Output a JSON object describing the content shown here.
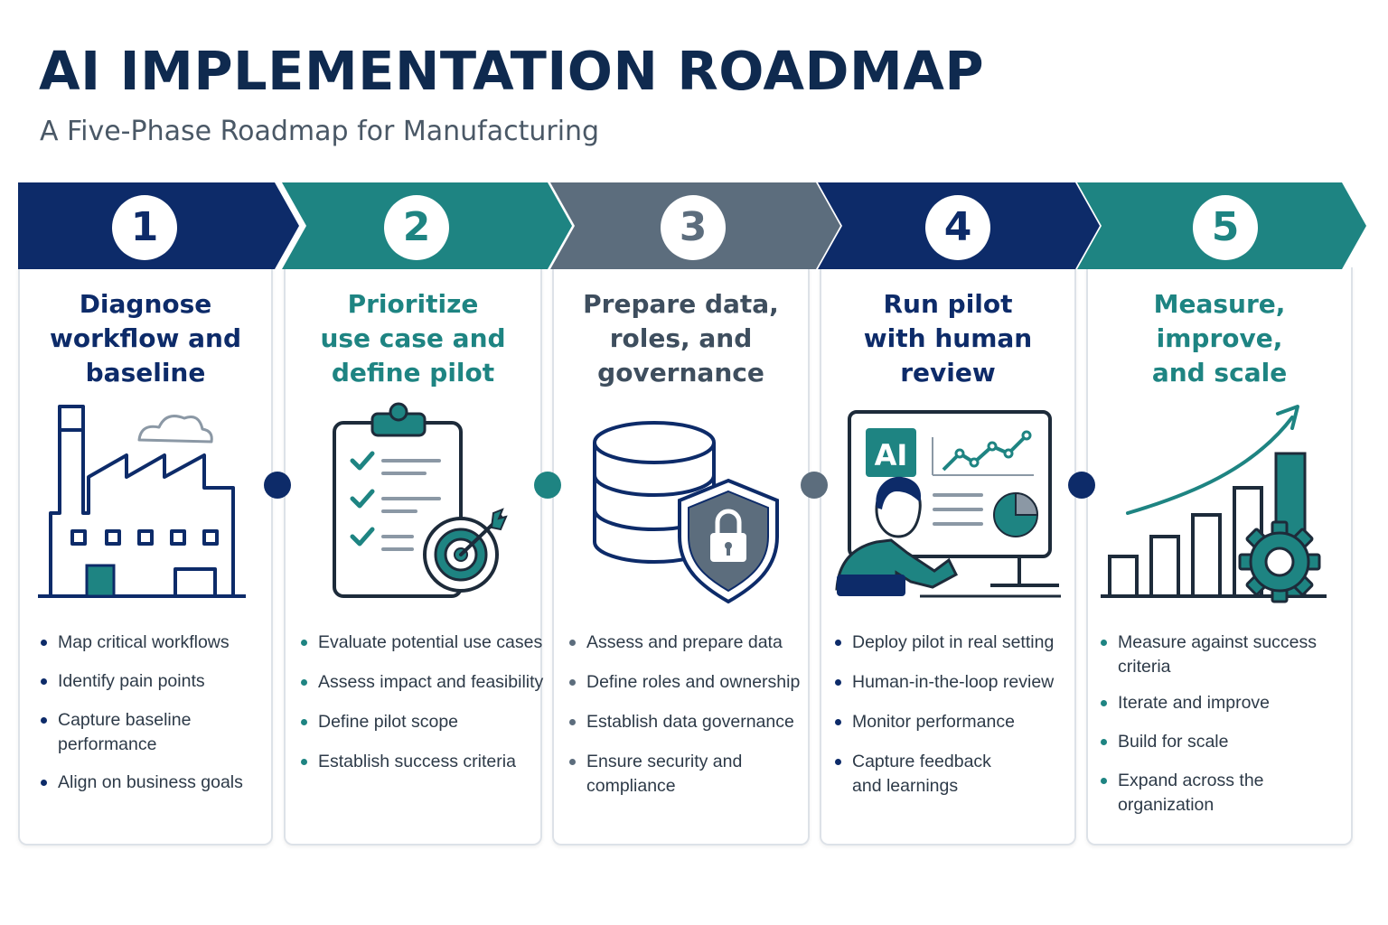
{
  "header": {
    "title": "AI IMPLEMENTATION ROADMAP",
    "subtitle": "A Five-Phase Roadmap for Manufacturing"
  },
  "colors": {
    "navy": "#0d2b69",
    "teal": "#1e8482",
    "slate": "#5c6d7d",
    "dark_text": "#1d2b3a"
  },
  "phases": [
    {
      "number": "1",
      "title_lines": [
        "Diagnose",
        "workflow and",
        "baseline"
      ],
      "icon": "factory-icon",
      "bullets": [
        {
          "lines": [
            "Map critical workflows"
          ]
        },
        {
          "lines": [
            "Identify pain points"
          ]
        },
        {
          "lines": [
            "Capture baseline",
            "performance"
          ]
        },
        {
          "lines": [
            "Align on business goals"
          ]
        }
      ]
    },
    {
      "number": "2",
      "title_lines": [
        "Prioritize",
        "use case and",
        "define pilot"
      ],
      "icon": "clipboard-target-icon",
      "bullets": [
        {
          "lines": [
            "Evaluate potential use cases"
          ]
        },
        {
          "lines": [
            "Assess impact and feasibility"
          ]
        },
        {
          "lines": [
            "Define pilot scope"
          ]
        },
        {
          "lines": [
            "Establish success criteria"
          ]
        }
      ]
    },
    {
      "number": "3",
      "title_lines": [
        "Prepare data,",
        "roles, and",
        "governance"
      ],
      "icon": "database-shield-icon",
      "bullets": [
        {
          "lines": [
            "Assess and prepare data"
          ]
        },
        {
          "lines": [
            "Define roles and ownership"
          ]
        },
        {
          "lines": [
            "Establish data governance"
          ]
        },
        {
          "lines": [
            "Ensure security and",
            "compliance"
          ]
        }
      ]
    },
    {
      "number": "4",
      "title_lines": [
        "Run pilot",
        "with human",
        "review"
      ],
      "icon": "person-monitor-ai-icon",
      "icon_label": "AI",
      "bullets": [
        {
          "lines": [
            "Deploy pilot in real setting"
          ]
        },
        {
          "lines": [
            "Human-in-the-loop review"
          ]
        },
        {
          "lines": [
            "Monitor performance"
          ]
        },
        {
          "lines": [
            "Capture feedback",
            "and learnings"
          ]
        }
      ]
    },
    {
      "number": "5",
      "title_lines": [
        "Measure,",
        "improve,",
        "and scale"
      ],
      "icon": "growth-chart-gear-icon",
      "bullets": [
        {
          "lines": [
            "Measure against success",
            "criteria"
          ]
        },
        {
          "lines": [
            "Iterate and improve"
          ]
        },
        {
          "lines": [
            "Build for scale"
          ]
        },
        {
          "lines": [
            "Expand across the",
            "organization"
          ]
        }
      ]
    }
  ]
}
